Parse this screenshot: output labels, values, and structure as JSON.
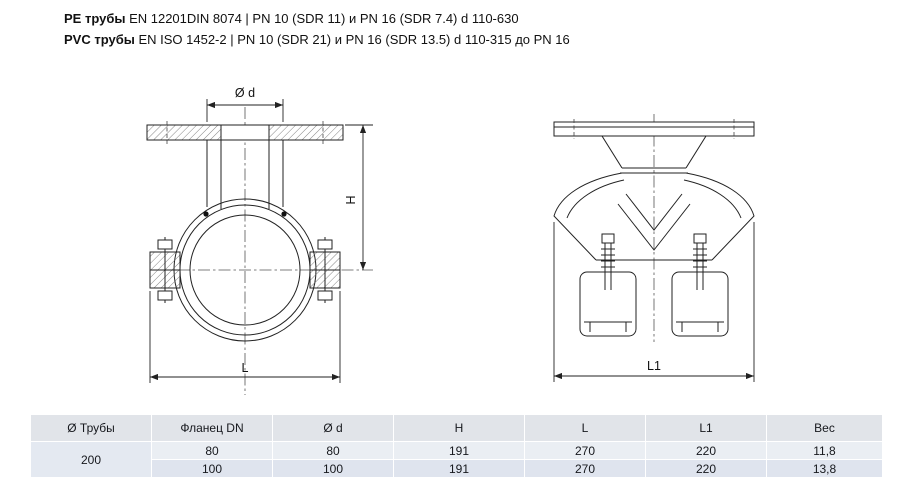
{
  "page": {
    "spec_lines": [
      {
        "bold": "PE трубы",
        "rest": " EN 12201DIN 8074 | PN 10 (SDR 11) и PN 16 (SDR 7.4) d 110-630"
      },
      {
        "bold": "PVC трубы",
        "rest": " EN ISO 1452-2 | PN 10 (SDR 21) и PN 16 (SDR 13.5) d 110-315 до PN 16"
      }
    ]
  },
  "drawing": {
    "front_view": {
      "dim_diameter": "Ø d",
      "dim_height": "H",
      "dim_length": "L"
    },
    "side_view": {
      "dim_length": "L1"
    }
  },
  "table": {
    "headers": [
      "Ø Трубы",
      "Фланец DN",
      "Ø d",
      "H",
      "L",
      "L1",
      "Вес"
    ],
    "pipe_size": "200",
    "rows": [
      {
        "flange_dn": "80",
        "d": "80",
        "h": "191",
        "l": "270",
        "l1": "220",
        "weight": "11,8"
      },
      {
        "flange_dn": "100",
        "d": "100",
        "h": "191",
        "l": "270",
        "l1": "220",
        "weight": "13,8"
      }
    ]
  }
}
